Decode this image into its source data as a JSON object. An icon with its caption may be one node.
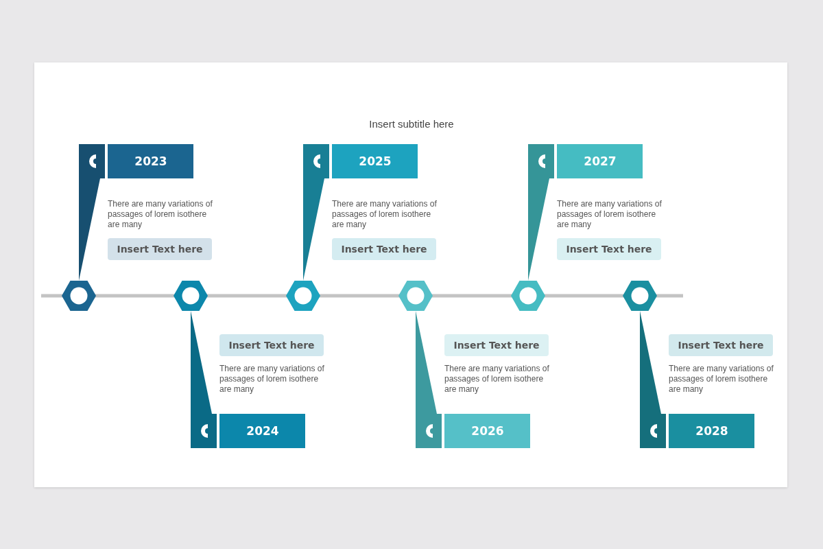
{
  "diagram": {
    "title": "Insert subtitle here",
    "nodes": [
      {
        "text": [],
        "shape": "hexagon"
      },
      {
        "text": [],
        "shape": "hexagon"
      },
      {
        "text": [],
        "shape": "hexagon"
      },
      {
        "text": [],
        "shape": "hexagon"
      },
      {
        "text": [],
        "shape": "hexagon"
      },
      {
        "text": [],
        "shape": "hexagon"
      },
      {
        "text": [
          "2023"
        ]
      },
      {
        "text": [
          "2024"
        ]
      },
      {
        "text": [
          "2025"
        ]
      },
      {
        "text": [
          "2026"
        ]
      },
      {
        "text": [
          "2027"
        ]
      },
      {
        "text": [
          "2028"
        ]
      },
      {
        "text": [
          "Insert Text here"
        ]
      },
      {
        "text": [
          "Insert Text here"
        ]
      },
      {
        "text": [
          "Insert Text here"
        ]
      },
      {
        "text": [
          "Insert Text here"
        ]
      },
      {
        "text": [
          "Insert Text here"
        ]
      },
      {
        "text": [
          "Insert Text here"
        ]
      }
    ],
    "edges": [
      {
        "from": 0,
        "to": 6,
        "arrow": "none"
      },
      {
        "from": 1,
        "to": 7,
        "arrow": "none"
      },
      {
        "from": 2,
        "to": 8,
        "arrow": "none"
      },
      {
        "from": 3,
        "to": 9,
        "arrow": "none"
      },
      {
        "from": 4,
        "to": 10,
        "arrow": "none"
      },
      {
        "from": 5,
        "to": 11,
        "arrow": "none"
      }
    ],
    "labels": [
      "There are many variations of passages of lorem isothere are many",
      "There are many variations of passages of lorem isothere are many",
      "There are many variations of passages of lorem isothere are many",
      "There are many variations of passages of lorem isothere are many",
      "There are many variations of passages of lorem isothere are many",
      "There are many variations of passages of lorem isothere are many"
    ]
  }
}
